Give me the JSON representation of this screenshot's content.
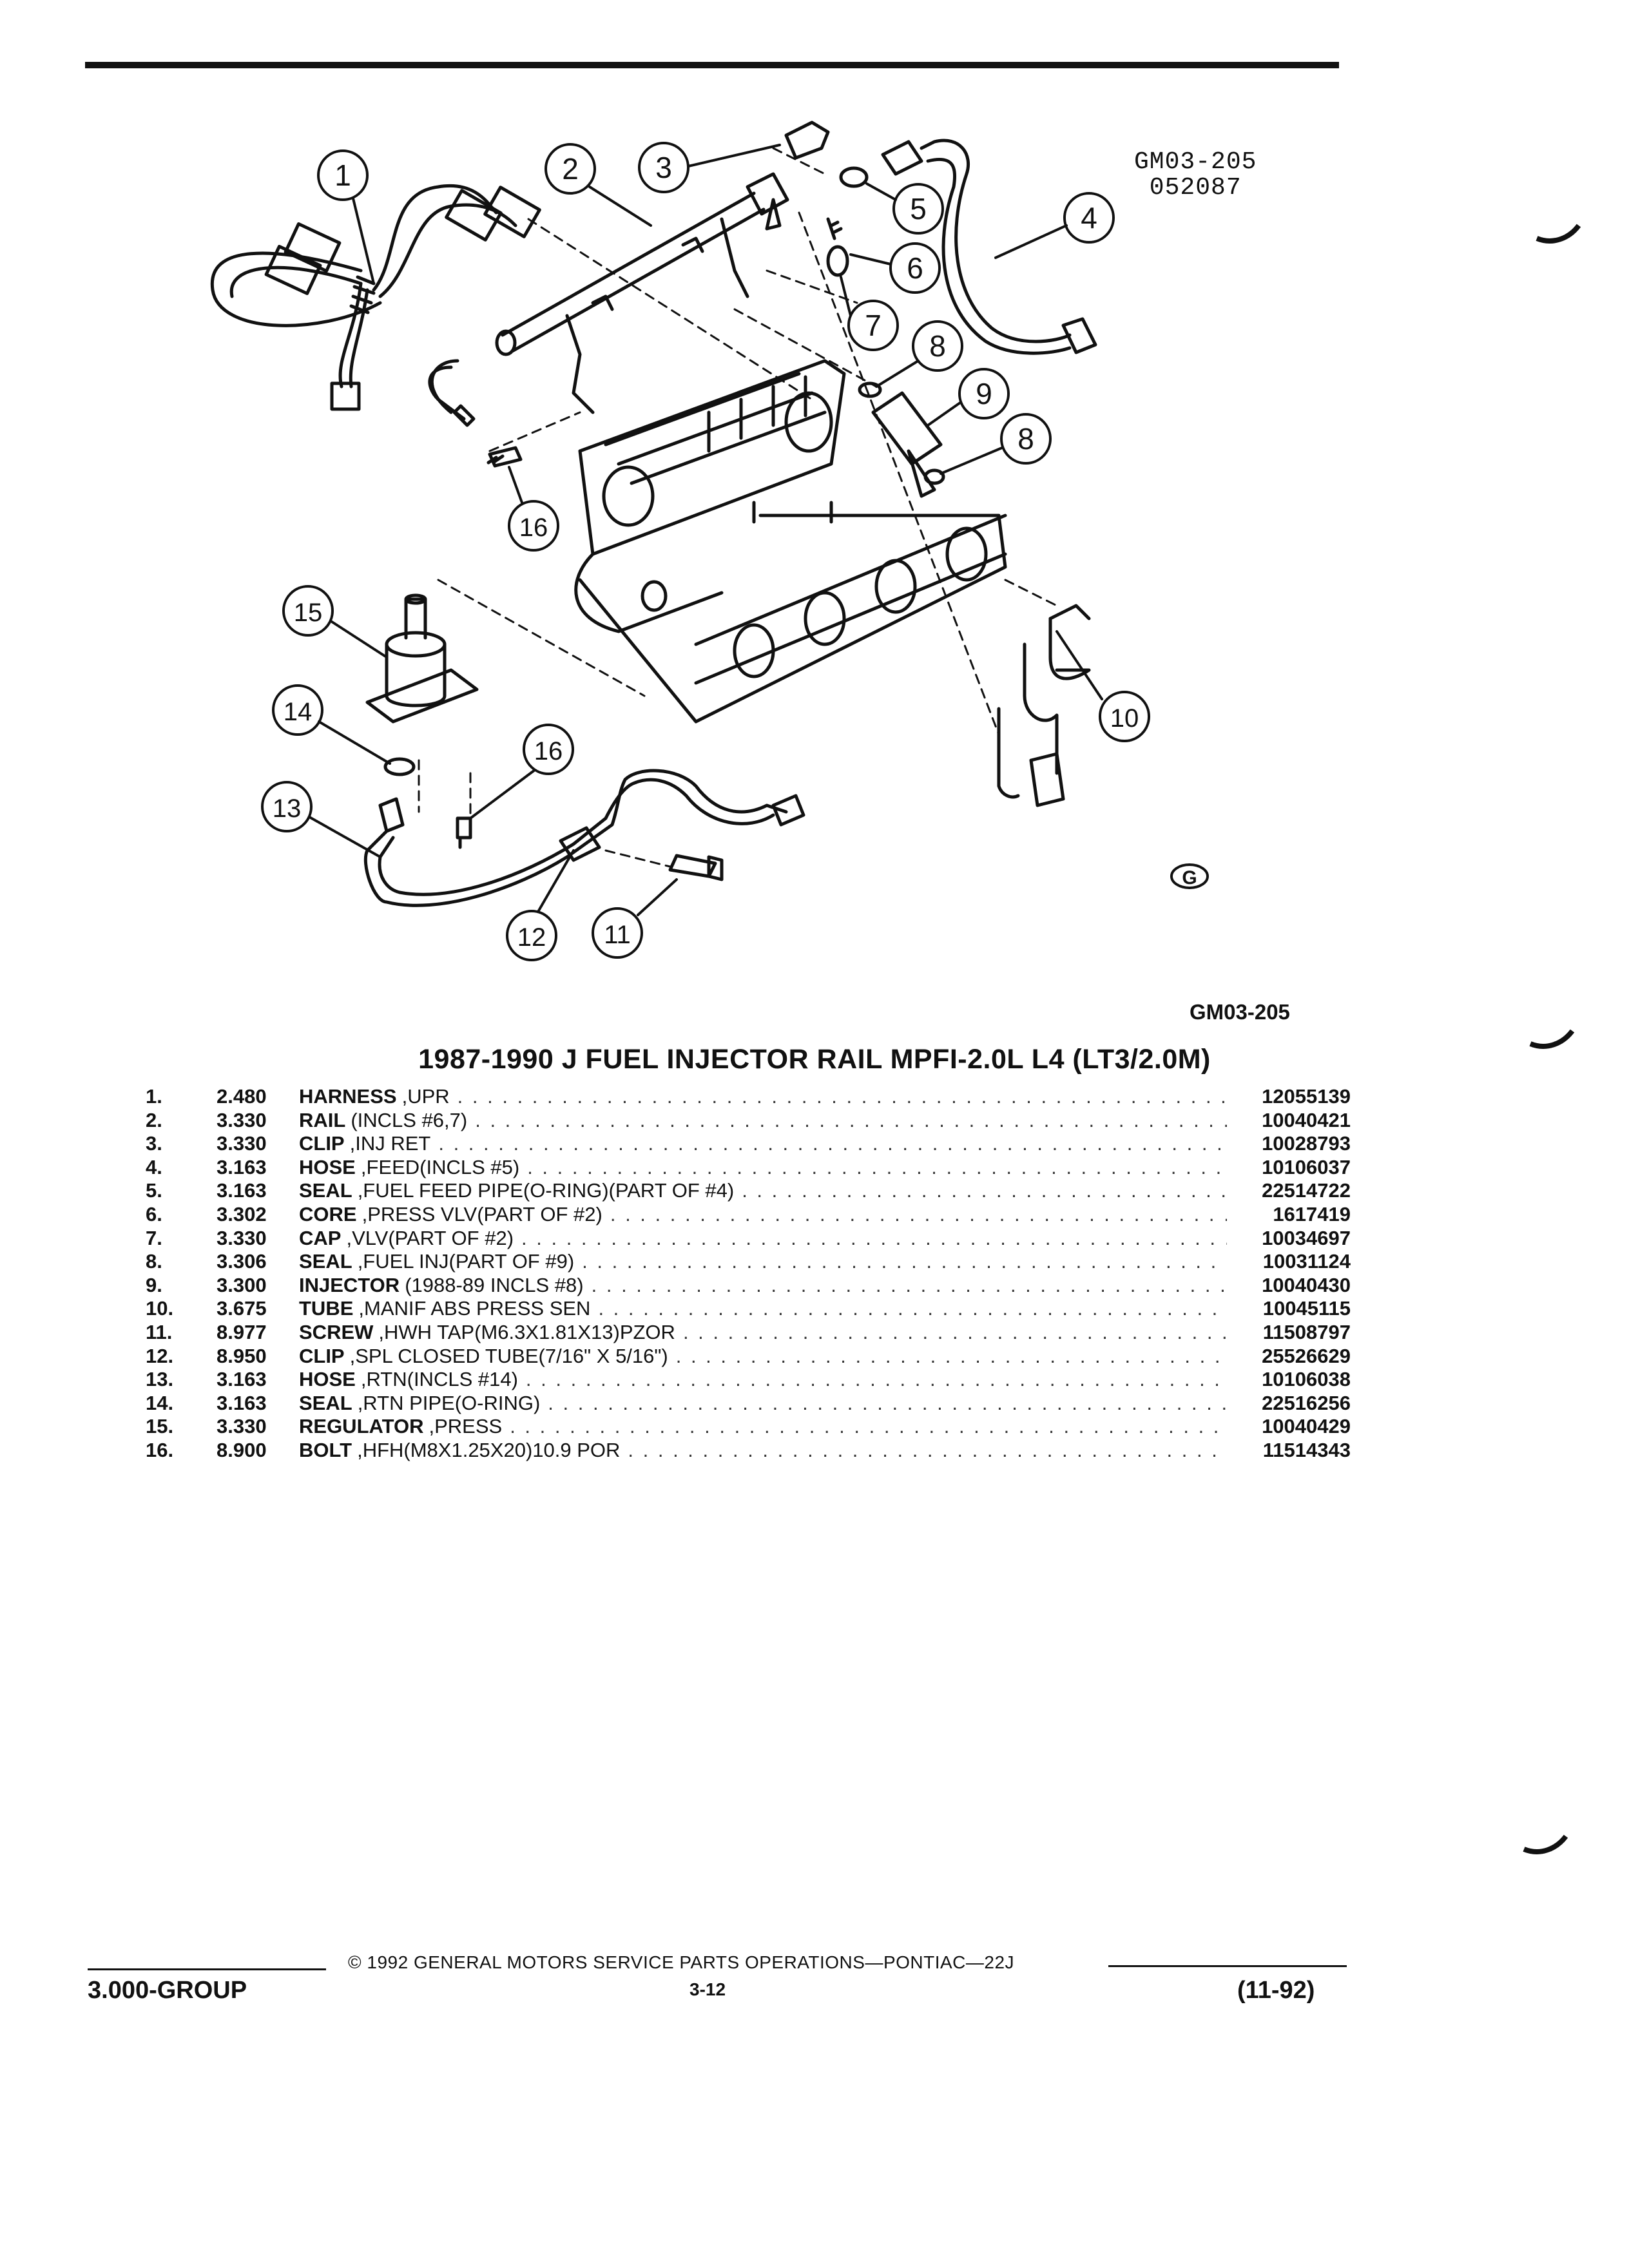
{
  "diagram": {
    "stamp_line1": "GM03-205",
    "stamp_line2": "052087",
    "figure_code": "GM03-205",
    "callouts": [
      "1",
      "2",
      "3",
      "4",
      "5",
      "6",
      "7",
      "8",
      "9",
      "8",
      "10",
      "11",
      "12",
      "13",
      "14",
      "15",
      "16",
      "16"
    ],
    "logo": "G"
  },
  "title": "1987-1990 J FUEL INJECTOR RAIL MPFI-2.0L L4 (LT3/2.0M)",
  "parts": [
    {
      "num": "1.",
      "group": "2.480",
      "name": "HARNESS",
      "desc": ",UPR",
      "pn": "12055139"
    },
    {
      "num": "2.",
      "group": "3.330",
      "name": "RAIL",
      "desc": "(INCLS #6,7)",
      "pn": "10040421"
    },
    {
      "num": "3.",
      "group": "3.330",
      "name": "CLIP",
      "desc": ",INJ RET",
      "pn": "10028793"
    },
    {
      "num": "4.",
      "group": "3.163",
      "name": "HOSE",
      "desc": ",FEED(INCLS #5)",
      "pn": "10106037"
    },
    {
      "num": "5.",
      "group": "3.163",
      "name": "SEAL",
      "desc": ",FUEL FEED PIPE(O-RING)(PART OF #4)",
      "pn": "22514722"
    },
    {
      "num": "6.",
      "group": "3.302",
      "name": "CORE",
      "desc": ",PRESS VLV(PART OF #2)",
      "pn": "1617419"
    },
    {
      "num": "7.",
      "group": "3.330",
      "name": "CAP",
      "desc": ",VLV(PART OF #2)",
      "pn": "10034697"
    },
    {
      "num": "8.",
      "group": "3.306",
      "name": "SEAL",
      "desc": ",FUEL INJ(PART OF #9)",
      "pn": "10031124"
    },
    {
      "num": "9.",
      "group": "3.300",
      "name": "INJECTOR",
      "desc": "(1988-89 INCLS #8)",
      "pn": "10040430"
    },
    {
      "num": "10.",
      "group": "3.675",
      "name": "TUBE",
      "desc": ",MANIF ABS PRESS SEN",
      "pn": "10045115"
    },
    {
      "num": "11.",
      "group": "8.977",
      "name": "SCREW",
      "desc": ",HWH TAP(M6.3X1.81X13)PZOR",
      "pn": "11508797"
    },
    {
      "num": "12.",
      "group": "8.950",
      "name": "CLIP",
      "desc": ",SPL CLOSED TUBE(7/16\" X 5/16\")",
      "pn": "25526629"
    },
    {
      "num": "13.",
      "group": "3.163",
      "name": "HOSE",
      "desc": ",RTN(INCLS #14)",
      "pn": "10106038"
    },
    {
      "num": "14.",
      "group": "3.163",
      "name": "SEAL",
      "desc": ",RTN PIPE(O-RING)",
      "pn": "22516256"
    },
    {
      "num": "15.",
      "group": "3.330",
      "name": "REGULATOR",
      "desc": ",PRESS",
      "pn": "10040429"
    },
    {
      "num": "16.",
      "group": "8.900",
      "name": "BOLT",
      "desc": ",HFH(M8X1.25X20)10.9 POR",
      "pn": "11514343"
    }
  ],
  "footer": {
    "copyright": "© 1992 GENERAL MOTORS SERVICE PARTS OPERATIONS—PONTIAC—22J",
    "group": "3.000-GROUP",
    "page": "3-12",
    "date": "(11-92)"
  }
}
